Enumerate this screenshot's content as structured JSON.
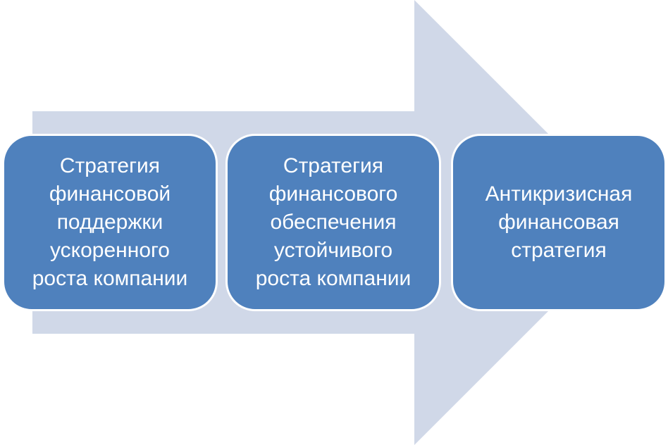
{
  "diagram": {
    "arrow_color": "#d0d8e8",
    "box_color": "#4f81bd",
    "text_color": "#ffffff",
    "steps": [
      {
        "text": "Стратегия\nфинансовой\nподдержки\nускоренного\nроста компании"
      },
      {
        "text": "Стратегия\nфинансового\nобеспечения\nустойчивого\nроста компании"
      },
      {
        "text": "Антикризисная\nфинансовая\nстратегия"
      }
    ]
  }
}
